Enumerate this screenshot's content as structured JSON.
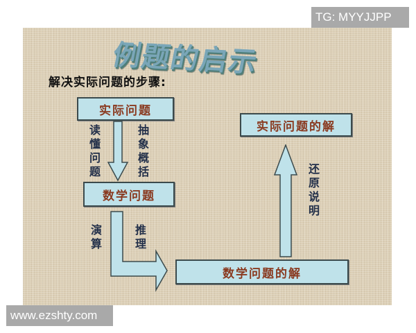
{
  "watermarks": {
    "top_right": "TG: MYYJJPP",
    "bottom_left": "www.ezshty.com"
  },
  "slide": {
    "title": "例题的启示",
    "subtitle": "解决实际问题的步骤:",
    "boxes": {
      "real_problem": "实际问题",
      "math_problem": "数学问题",
      "math_solution": "数学问题的解",
      "real_solution": "实际问题的解"
    },
    "labels": {
      "read_understand": "读懂问题",
      "abstract_generalize": "抽象概括",
      "calculate": "演算",
      "reason": "推理",
      "restore_explain": "还原说明"
    },
    "colors": {
      "box_fill": "#bfe2ea",
      "box_text": "#8a3a20",
      "label_text": "#23304a",
      "background": "#dccfb6"
    }
  }
}
